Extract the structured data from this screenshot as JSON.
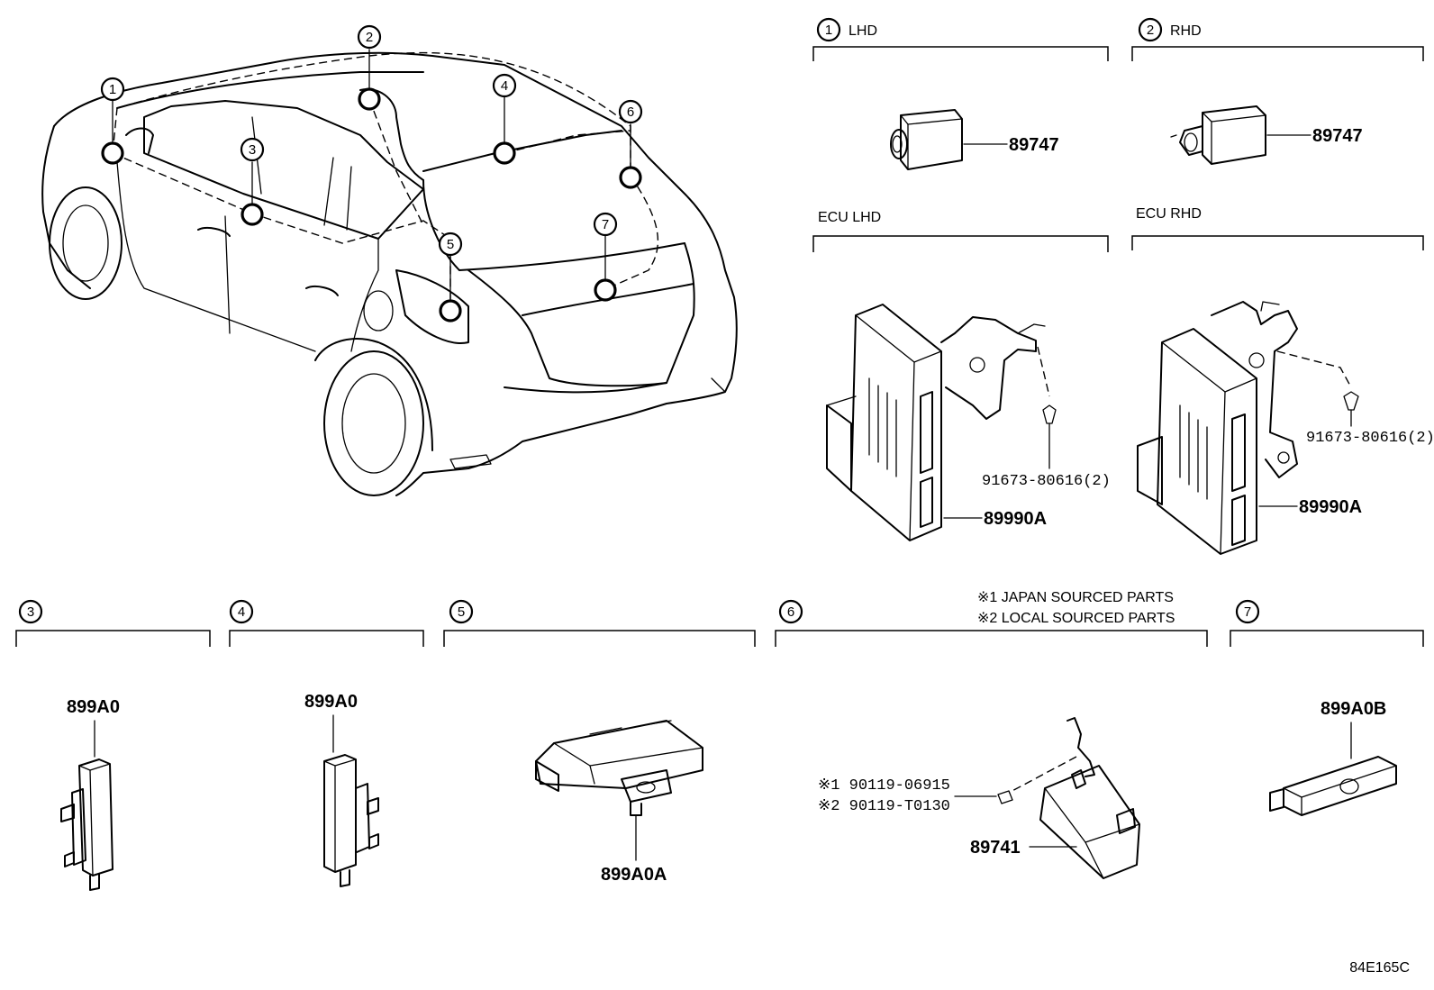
{
  "callouts": [
    "1",
    "2",
    "3",
    "4",
    "5",
    "6",
    "7"
  ],
  "sections": {
    "s1": {
      "num": "1",
      "label": "LHD"
    },
    "s2": {
      "num": "2",
      "label": "RHD"
    },
    "ecu_lhd": {
      "label": "ECU  LHD"
    },
    "ecu_rhd": {
      "label": "ECU  RHD"
    },
    "s3": {
      "num": "3"
    },
    "s4": {
      "num": "4"
    },
    "s5": {
      "num": "5"
    },
    "s6": {
      "num": "6"
    },
    "s7": {
      "num": "7"
    }
  },
  "parts": {
    "p89747_lhd": "89747",
    "p89747_rhd": "89747",
    "p89990A_lhd": "89990A",
    "p89990A_rhd": "89990A",
    "bolt_lhd": "91673-80616(2)",
    "bolt_rhd": "91673-80616(2)",
    "p899A0_3": "899A0",
    "p899A0_4": "899A0",
    "p899A0A": "899A0A",
    "p89741": "89741",
    "p899A0B": "899A0B",
    "bolt6_1": "※1 90119-06915",
    "bolt6_2": "※2 90119-T0130"
  },
  "notes": {
    "n1": "※1 JAPAN SOURCED PARTS",
    "n2": "※2 LOCAL SOURCED PARTS"
  },
  "diagram_code": "84E165C"
}
